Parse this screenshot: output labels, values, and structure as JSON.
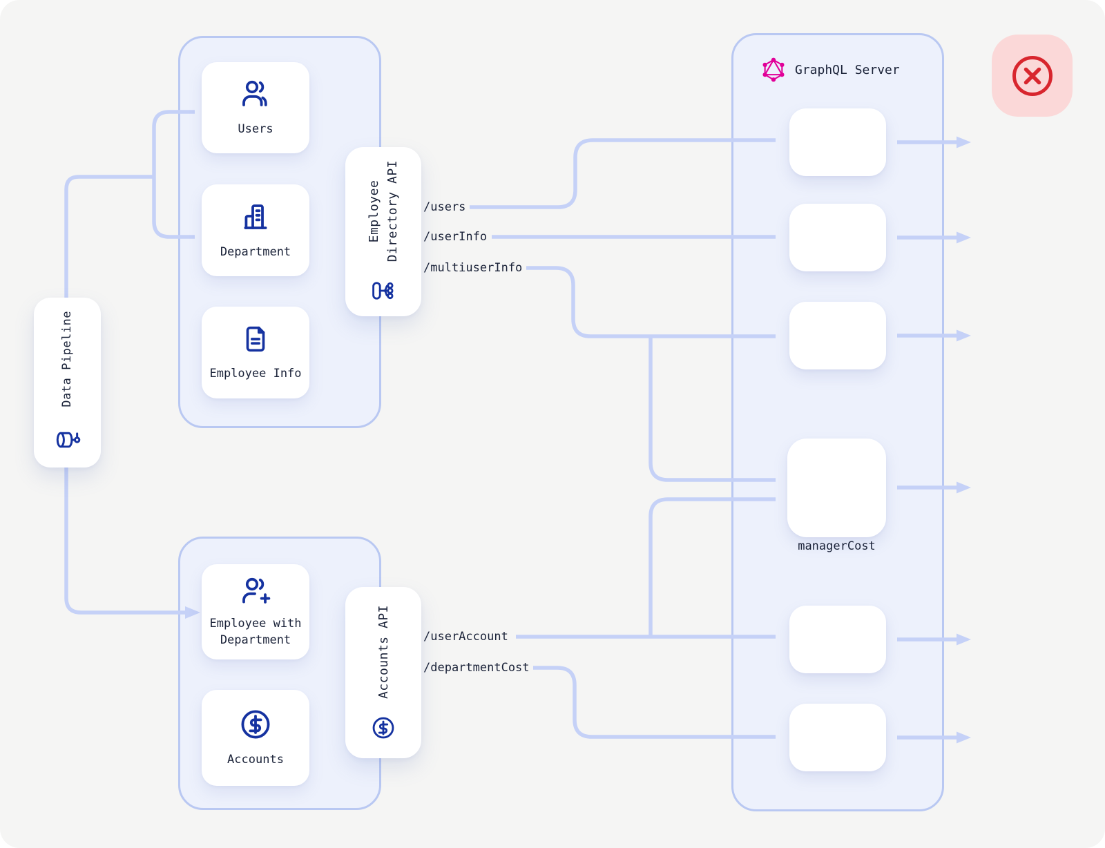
{
  "data_pipeline": {
    "label": "Data Pipeline",
    "icon": "pipeline-icon"
  },
  "employee_directory_group": {
    "nodes": [
      {
        "label": "Users",
        "icon": "users-icon"
      },
      {
        "label": "Department",
        "icon": "building-icon"
      },
      {
        "label": "Employee Info",
        "icon": "document-icon"
      }
    ],
    "api_card": {
      "line1": "Employee",
      "line2": "Directory API",
      "icon": "flow-icon"
    }
  },
  "accounts_group": {
    "nodes": [
      {
        "label": "Employee with Department",
        "icon": "user-plus-icon"
      },
      {
        "label": "Accounts",
        "icon": "dollar-circle-icon"
      }
    ],
    "api_card": {
      "line1": "Accounts API",
      "icon": "dollar-circle-icon"
    }
  },
  "endpoints": {
    "top": [
      {
        "label": "/users"
      },
      {
        "label": "/userInfo"
      },
      {
        "label": "/multiuserInfo"
      }
    ],
    "bottom": [
      {
        "label": "/userAccount"
      },
      {
        "label": "/departmentCost"
      }
    ]
  },
  "graphql_server": {
    "title": "GraphQL Server",
    "logo": "graphql-logo",
    "resolver_label": "managerCost"
  },
  "close_button": {
    "icon": "circle-x-icon"
  },
  "colors": {
    "page_background": "#f5f5f4",
    "group_fill": "#edf1fc",
    "group_border": "#b9c8f2",
    "connector": "#c5d1f7",
    "icon_blue": "#1532a0",
    "text_navy": "#1a2238",
    "graphql_pink": "#e10098",
    "close_red": "#d8262e",
    "close_bg": "#fbd8d8"
  }
}
